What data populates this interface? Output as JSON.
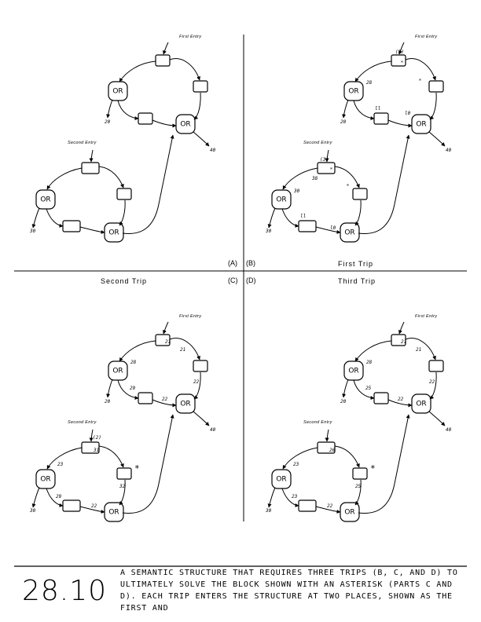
{
  "panels": {
    "a": {
      "tag": "(A)"
    },
    "b": {
      "tag": "(B)",
      "trip_label": "First Trip"
    },
    "c": {
      "tag": "(C)",
      "trip_label": "Second Trip"
    },
    "d": {
      "tag": "(D)",
      "trip_label": "Third Trip"
    }
  },
  "labels": {
    "first_entry": "First Entry",
    "second_entry": "Second Entry",
    "or": "OR",
    "n20": "20",
    "n30": "30",
    "n40": "40",
    "b_top_count": "(2)",
    "b_mid_count": "(3)",
    "b_c1": "∞",
    "b_c2": "∞",
    "b_c3": "∞",
    "b_c4": "∞",
    "b_28": "28",
    "b_ll": "ll",
    "b_le": "l0",
    "b_30": "30",
    "b_38": "38",
    "b_ll2": "ll",
    "b_le2": "l0",
    "c_21": "21",
    "c_21b": "21",
    "c_28": "28",
    "c_29": "29",
    "c_22": "22",
    "c_22b": "22",
    "c_count": "(2)",
    "c_31": "31",
    "c_32": "32",
    "c_23": "23",
    "c_29b": "29",
    "c_22c": "22",
    "c_22d": "22",
    "d_21": "21",
    "d_21b": "21",
    "d_28": "28",
    "d_25": "25",
    "d_22": "22",
    "d_22b": "22",
    "d_26": "26",
    "d_25b": "25",
    "d_23": "23",
    "d_23b": "23",
    "d_22c": "22",
    "asterisk": "*"
  },
  "caption": {
    "number": "28.10",
    "text": "A semantic structure that requires three trips (b, c, and d) to ultimately solve the block shown with an asterisk (parts c and d). Each trip enters the structure at two places, shown as the first and"
  }
}
